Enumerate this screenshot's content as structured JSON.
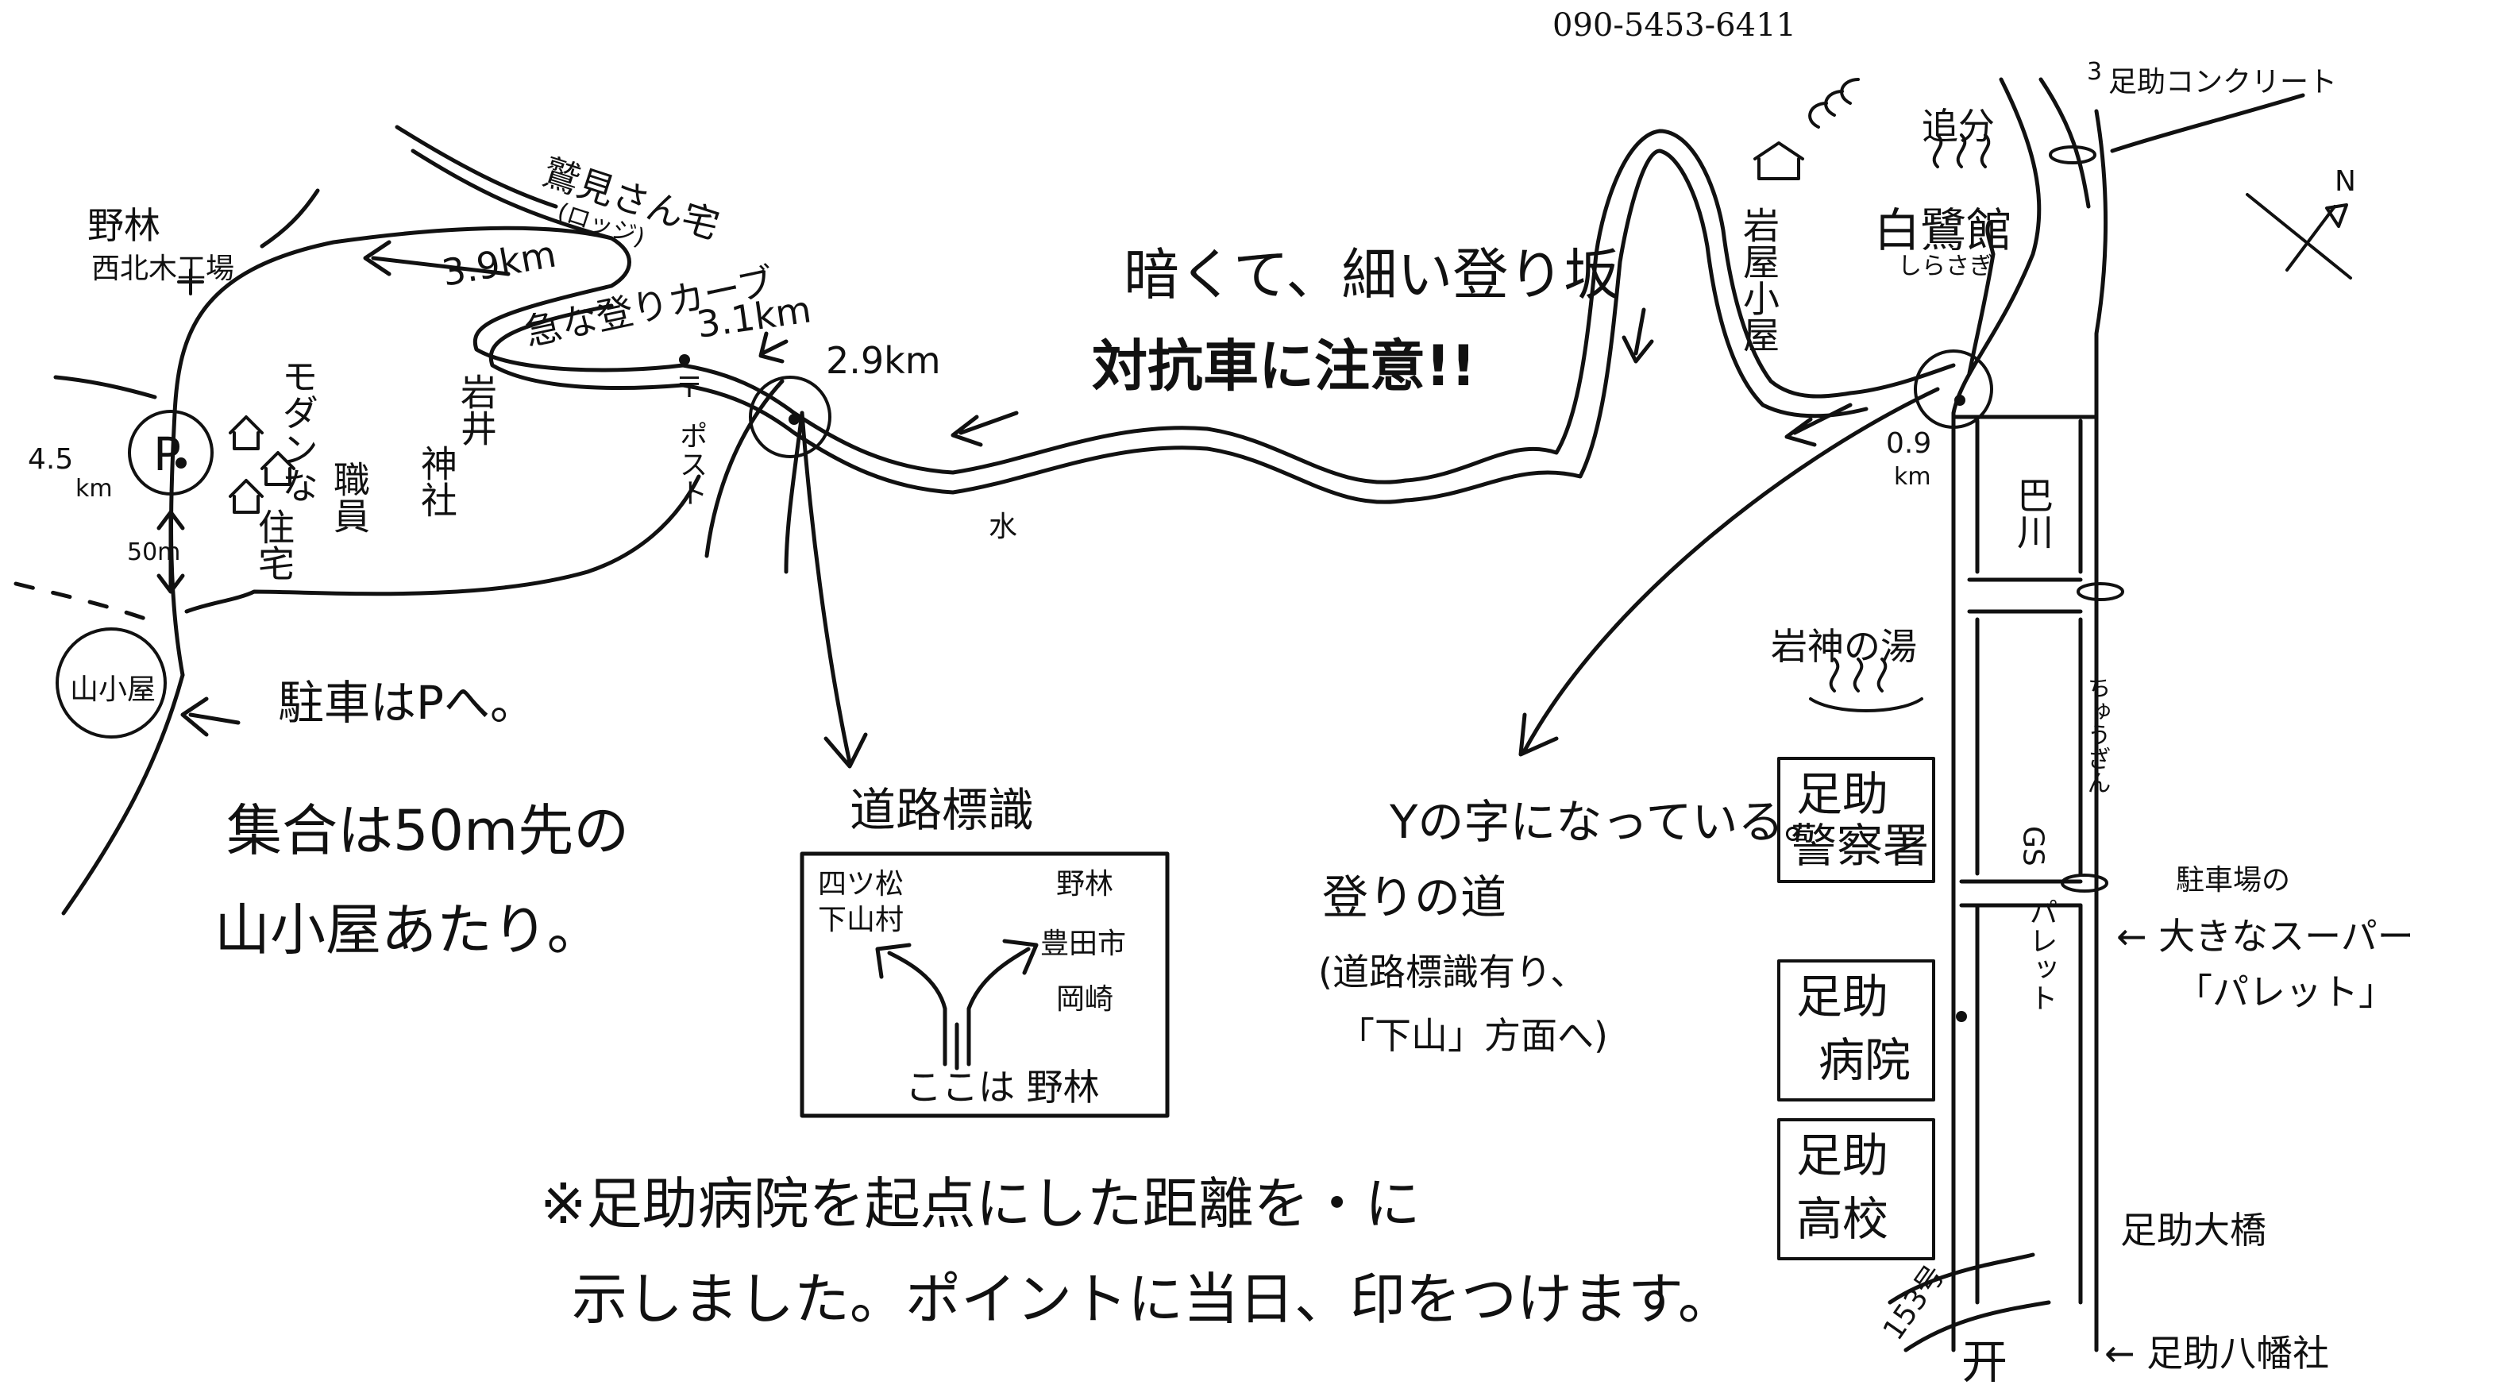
{
  "phone": "090-5453-6411",
  "compass_symbol": "N",
  "colors": {
    "ink": "#111111",
    "paper": "#ffffff"
  },
  "labels": {
    "forestry_lumberyard": [
      "野林",
      "西北木工場"
    ],
    "parking": "P",
    "mountain_hut": "山小屋",
    "distance_45": "4.5",
    "distance_45_unit": "km",
    "distance_50m": "50m",
    "modern_housing": [
      "モダンな",
      "職員",
      "住宅"
    ],
    "shrine": [
      "岩井",
      "神社"
    ],
    "post": [
      "〒",
      "ポスト"
    ],
    "steep_curve": "急な登りカーブ",
    "distance_39": "3.9km",
    "distance_31": "3.1km",
    "distance_29": "2.9km",
    "distance_09": "0.9",
    "distance_09_unit": "km",
    "washida_house": [
      "鷲見さん宅",
      "(ロッジ)"
    ],
    "dark_slope": "暗くて、細い登り坂",
    "oncoming_traffic": "対抗車に注意!!",
    "water_symbol": "水",
    "iwaya_hut": "岩屋小屋",
    "shirasagi_inn": "白鷺館",
    "shirasagi_reading": "しらさぎ",
    "oiwake": "追分",
    "concrete": "足助コンクリート",
    "route3": "3",
    "river": "巴川",
    "iwagami_onsen": "岩神の湯",
    "police": [
      "足助",
      "警察署"
    ],
    "hospital": [
      "足助",
      "病院"
    ],
    "high_school": [
      "足助",
      "高校"
    ],
    "road_sign_title": "道路標識",
    "sign_left": [
      "四ツ松",
      "下山村"
    ],
    "sign_right": [
      "野林",
      "豊田市",
      "岡崎"
    ],
    "sign_bottom": "ここは 野林",
    "y_junction": "Yの字になっている。",
    "uphill_road": "登りの道",
    "sign_note_1": "(道路標識有り、",
    "sign_note_2": "「下山」方面へ)",
    "parking_note": "駐車はPへ。",
    "meeting_1": "集合は50m先の",
    "meeting_2": "山小屋あたり。",
    "route153": "153号",
    "shrine_symbol": "开",
    "hachiman": "← 足助八幡社",
    "ohashi": "足助大橋",
    "gs": "GS",
    "paretto_vertical": "パレット",
    "super_1": "駐車場の",
    "super_2": "← 大きなスーパー",
    "super_3": "「パレット」",
    "street_label": "ちゅうざん",
    "footnote_1": "※足助病院を起点にした距離を・に",
    "footnote_2": "示しました。ポイントに当日、印をつけます。"
  }
}
